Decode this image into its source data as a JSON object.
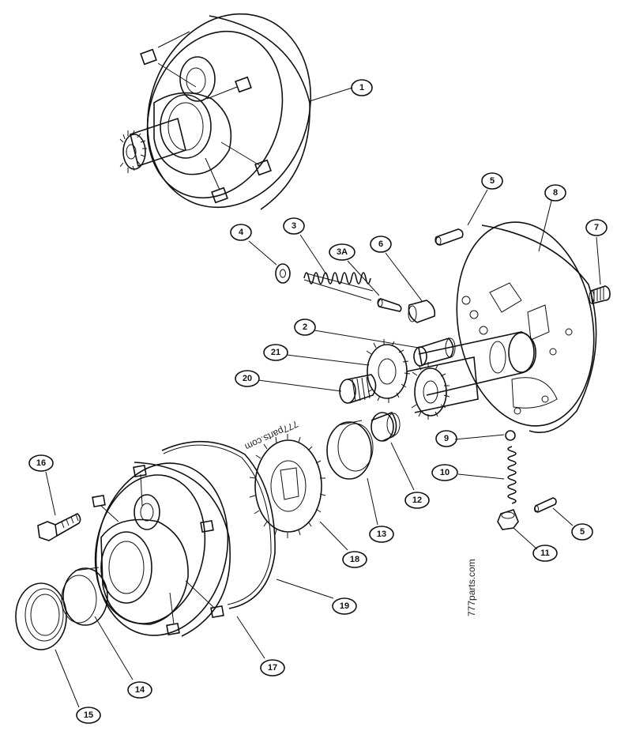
{
  "diagram": {
    "accent_color": "#111111",
    "background_color": "#ffffff",
    "callouts": [
      {
        "id": "c1",
        "label": "1"
      },
      {
        "id": "c5a",
        "label": "5"
      },
      {
        "id": "c8",
        "label": "8"
      },
      {
        "id": "c7",
        "label": "7"
      },
      {
        "id": "c4",
        "label": "4"
      },
      {
        "id": "c3",
        "label": "3"
      },
      {
        "id": "c3a",
        "label": "3A"
      },
      {
        "id": "c6",
        "label": "6"
      },
      {
        "id": "c2",
        "label": "2"
      },
      {
        "id": "c21",
        "label": "21"
      },
      {
        "id": "c20",
        "label": "20"
      },
      {
        "id": "c9",
        "label": "9"
      },
      {
        "id": "c10",
        "label": "10"
      },
      {
        "id": "c16",
        "label": "16"
      },
      {
        "id": "c12",
        "label": "12"
      },
      {
        "id": "c13",
        "label": "13"
      },
      {
        "id": "c18",
        "label": "18"
      },
      {
        "id": "c19",
        "label": "19"
      },
      {
        "id": "c5b",
        "label": "5"
      },
      {
        "id": "c11",
        "label": "11"
      },
      {
        "id": "c17",
        "label": "17"
      },
      {
        "id": "c14",
        "label": "14"
      },
      {
        "id": "c15",
        "label": "15"
      }
    ],
    "watermarks": [
      {
        "id": "wm1",
        "text": "777parts.com"
      },
      {
        "id": "wm2",
        "text": "777parts.com"
      }
    ]
  }
}
